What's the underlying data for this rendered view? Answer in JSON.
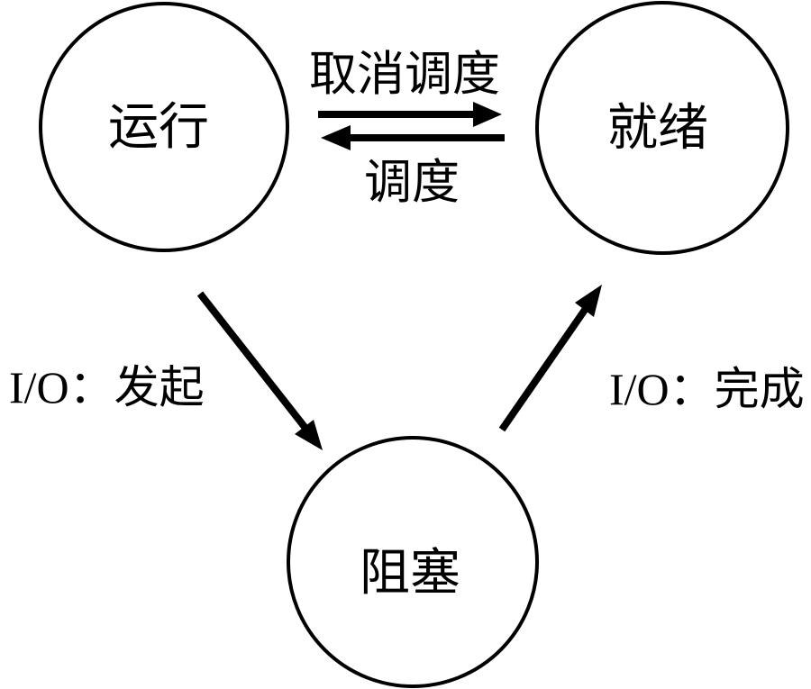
{
  "diagram": {
    "type": "state-transition-diagram",
    "background_color": "#ffffff",
    "line_color": "#000000",
    "nodes": [
      {
        "id": "running",
        "label": "运行"
      },
      {
        "id": "ready",
        "label": "就绪"
      },
      {
        "id": "blocked",
        "label": "阻塞"
      }
    ],
    "edges": [
      {
        "from": "running",
        "to": "ready",
        "label": "取消调度"
      },
      {
        "from": "ready",
        "to": "running",
        "label": "调度"
      },
      {
        "from": "running",
        "to": "blocked",
        "label": "I/O：发起"
      },
      {
        "from": "blocked",
        "to": "ready",
        "label": "I/O：完成"
      }
    ]
  }
}
